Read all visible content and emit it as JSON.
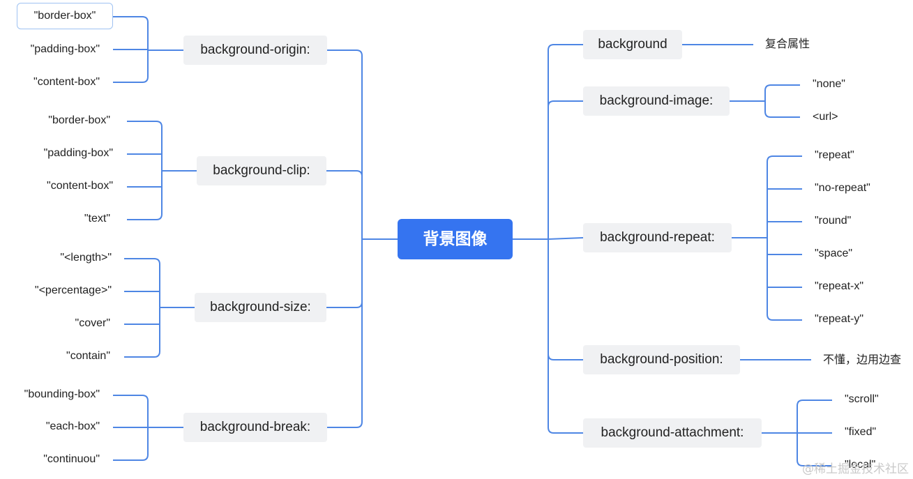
{
  "root": {
    "label": "背景图像"
  },
  "left_branches": [
    {
      "label": "background-origin:",
      "items": [
        "\"border-box\"",
        "\"padding-box\"",
        "\"content-box\""
      ]
    },
    {
      "label": "background-clip:",
      "items": [
        "\"border-box\"",
        "\"padding-box\"",
        "\"content-box\"",
        "\"text\""
      ]
    },
    {
      "label": "background-size:",
      "items": [
        "\"<length>\"",
        "\"<percentage>\"",
        "\"cover\"",
        "\"contain\""
      ]
    },
    {
      "label": "background-break:",
      "items": [
        "\"bounding-box\"",
        "\"each-box\"",
        "\"continuou\""
      ]
    }
  ],
  "right_branches": [
    {
      "label": "background",
      "items": [
        "复合属性"
      ]
    },
    {
      "label": "background-image:",
      "items": [
        "\"none\"",
        "<url>"
      ]
    },
    {
      "label": "background-repeat:",
      "items": [
        "\"repeat\"",
        "\"no-repeat\"",
        "\"round\"",
        "\"space\"",
        "\"repeat-x\"",
        "\"repeat-y\""
      ]
    },
    {
      "label": "background-position:",
      "items": [
        "不懂，边用边查"
      ]
    },
    {
      "label": "background-attachment:",
      "items": [
        "\"scroll\"",
        "\"fixed\"",
        "\"local\""
      ]
    }
  ],
  "watermark": "@稀土掘金技术社区",
  "colors": {
    "root_fill": "#3574f0",
    "branch_fill": "#f0f1f3",
    "connector": "#4e86e4",
    "selected_border": "#9fc2f2"
  }
}
